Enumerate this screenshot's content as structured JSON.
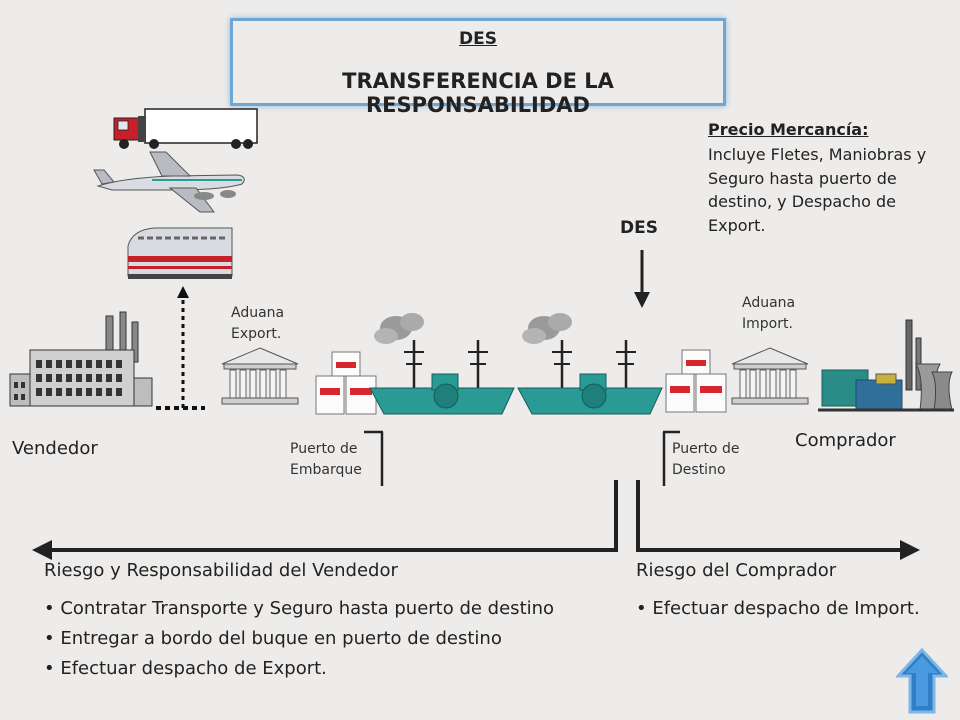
{
  "title": {
    "top": "DES",
    "main": "TRANSFERENCIA DE LA RESPONSABILIDAD"
  },
  "price": {
    "heading": "Precio Mercancía:",
    "body": "Incluye Fletes, Maniobras y Seguro hasta puerto de destino, y Despacho de Export."
  },
  "des_marker": "DES",
  "labels": {
    "seller": "Vendedor",
    "buyer": "Comprador",
    "customs_export": [
      "Aduana",
      "Export."
    ],
    "customs_import": [
      "Aduana",
      "Import."
    ],
    "port_origin": [
      "Puerto de",
      "Embarque"
    ],
    "port_destination": [
      "Puerto de",
      "Destino"
    ]
  },
  "seller_risk": {
    "heading": "Riesgo y Responsabilidad del Vendedor",
    "items": [
      "Contratar Transporte y Seguro hasta puerto de destino",
      "Entregar a bordo del buque en puerto de destino",
      "Efectuar despacho de Export."
    ]
  },
  "buyer_risk": {
    "heading": "Riesgo del Comprador",
    "items": [
      "Efectuar despacho de Import."
    ]
  },
  "icons": {
    "truck": "truck-icon",
    "plane": "airplane-icon",
    "train": "train-icon",
    "factory": "factory-icon",
    "customs": "customs-building-icon",
    "containers": "containers-icon",
    "ship": "ship-icon",
    "industrial_plant": "industrial-plant-icon",
    "nav_up": "up-arrow-button-icon"
  },
  "colors": {
    "title_border": "#6fa7d4",
    "ship_hull": "#2a9a94",
    "container_stripe": "#d8262f",
    "nav_button": "#2f7fc8"
  }
}
